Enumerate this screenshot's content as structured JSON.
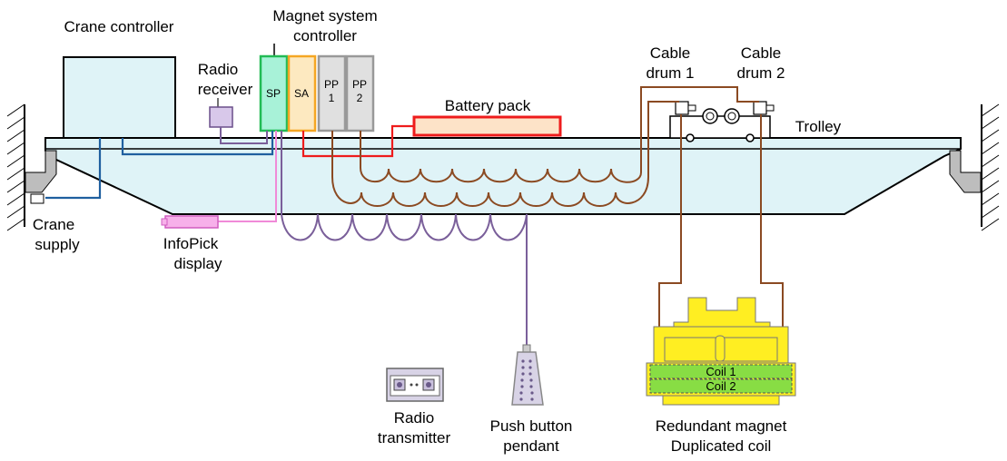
{
  "labels": {
    "crane_controller": "Crane controller",
    "magnet_controller_line1": "Magnet system",
    "magnet_controller_line2": "controller",
    "radio_receiver_line1": "Radio",
    "radio_receiver_line2": "receiver",
    "cable_drum1_line1": "Cable",
    "cable_drum1_line2": "drum 1",
    "cable_drum2_line1": "Cable",
    "cable_drum2_line2": "drum 2",
    "battery_pack": "Battery pack",
    "trolley": "Trolley",
    "crane_supply_line1": "Crane",
    "crane_supply_line2": "supply",
    "infopick_line1": "InfoPick",
    "infopick_line2": "display",
    "radio_transmitter_line1": "Radio",
    "radio_transmitter_line2": "transmitter",
    "pendant_line1": "Push button",
    "pendant_line2": "pendant",
    "magnet_line1": "Redundant magnet",
    "magnet_line2": "Duplicated coil"
  },
  "modules": {
    "sp": "SP",
    "sa": "SA",
    "pp1_line1": "PP",
    "pp1_line2": "1",
    "pp2_line1": "PP",
    "pp2_line2": "2"
  },
  "coils": {
    "coil1": "Coil 1",
    "coil2": "Coil 2"
  },
  "colors": {
    "beam_fill": "#dff3f7",
    "blue_cable": "#1f5f9f",
    "purple_cable": "#7a5f9a",
    "brown_cable": "#8b4a22",
    "red_cable": "#ee1c1c",
    "pink_cable": "#f08ad8",
    "sp_fill": "#a8f2d8",
    "sp_border": "#22bb55",
    "sa_fill": "#fde9c0",
    "sa_border": "#f5a623",
    "pp_fill": "#e0e0e0",
    "magnet_yellow": "#ffee22",
    "coil_green": "#88dd44"
  }
}
